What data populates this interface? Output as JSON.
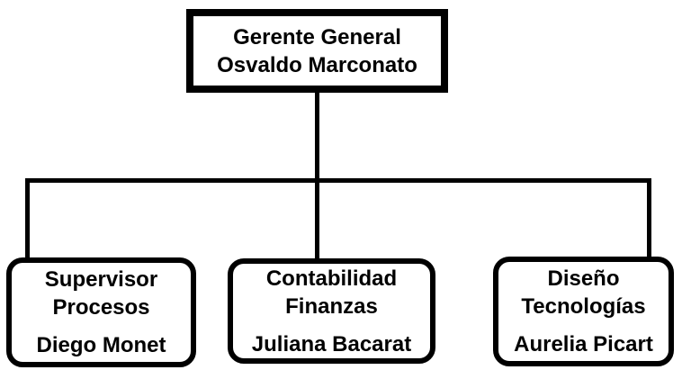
{
  "diagram": {
    "type": "org-chart",
    "background_color": "#ffffff",
    "line_color": "#000000",
    "text_color": "#000000",
    "root": {
      "role": "Gerente General",
      "person": "Osvaldo Marconato"
    },
    "children": [
      {
        "role_line1": "Supervisor",
        "role_line2": "Procesos",
        "person": "Diego Monet"
      },
      {
        "role_line1": "Contabilidad",
        "role_line2": "Finanzas",
        "person": "Juliana Bacarat"
      },
      {
        "role_line1": "Diseño",
        "role_line2": "Tecnologías",
        "person": "Aurelia Picart"
      }
    ]
  }
}
